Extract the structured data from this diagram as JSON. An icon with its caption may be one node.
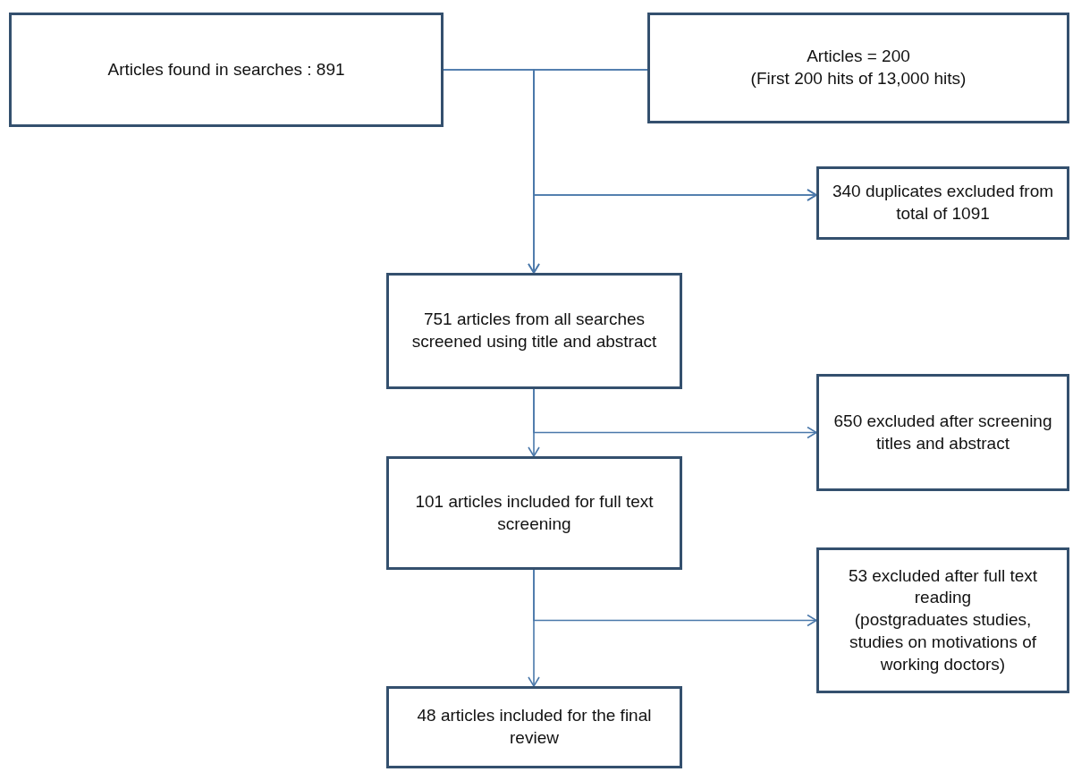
{
  "diagram": {
    "nodes": [
      {
        "text": [
          "Articles found in searches : 891"
        ]
      },
      {
        "text": [
          "Articles = 200",
          "(First 200 hits of 13,000 hits)"
        ]
      },
      {
        "text": [
          "340 duplicates excluded from total of 1091"
        ]
      },
      {
        "text": [
          "751 articles from all searches screened using title and abstract"
        ]
      },
      {
        "text": [
          "650 excluded after screening titles and abstract"
        ]
      },
      {
        "text": [
          "101 articles included for full text screening"
        ]
      },
      {
        "text": [
          "53 excluded after full text reading",
          "(postgraduates studies, studies on motivations of working doctors)"
        ]
      },
      {
        "text": [
          "48 articles included for the final review"
        ]
      }
    ],
    "edges": [
      {
        "from": 0,
        "to": 3,
        "arrow": "to"
      },
      {
        "from": 1,
        "to": 3,
        "arrow": "to"
      },
      {
        "from": 0,
        "to": 2,
        "arrow": "to"
      },
      {
        "from": 1,
        "to": 2,
        "arrow": "to"
      },
      {
        "from": 3,
        "to": 5,
        "arrow": "to"
      },
      {
        "from": 3,
        "to": 4,
        "arrow": "to"
      },
      {
        "from": 5,
        "to": 7,
        "arrow": "to"
      },
      {
        "from": 5,
        "to": 6,
        "arrow": "to"
      }
    ]
  }
}
